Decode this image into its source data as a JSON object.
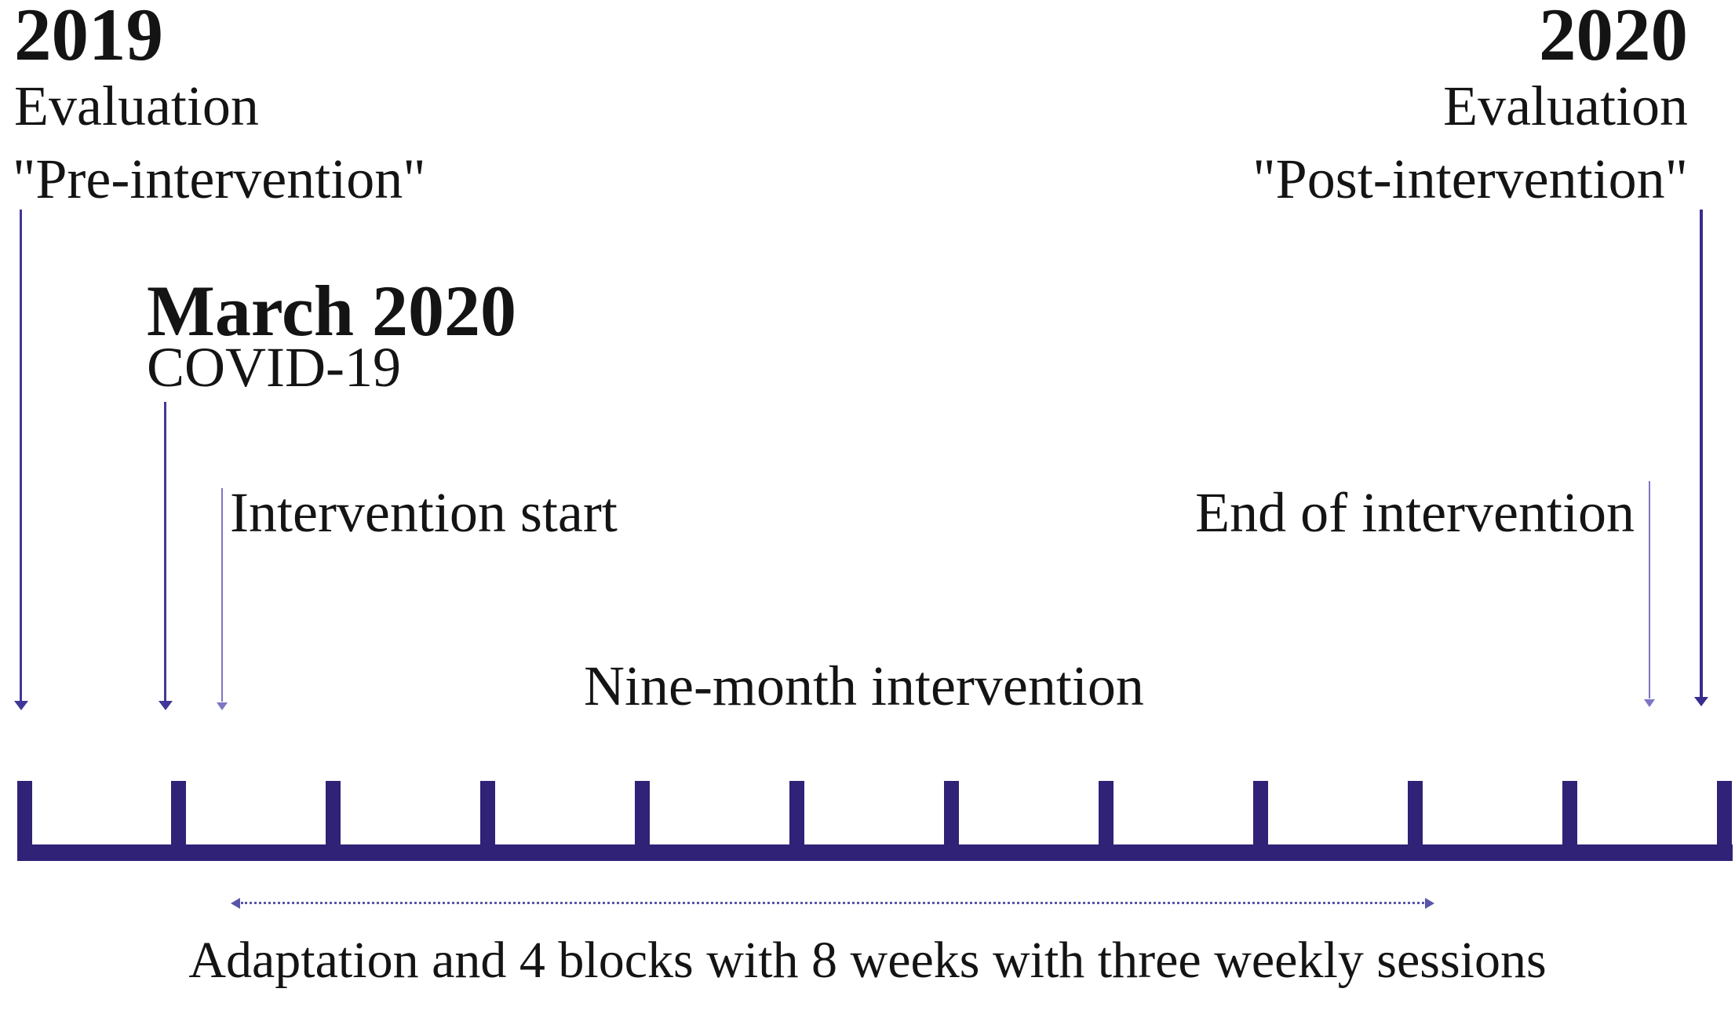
{
  "figure": {
    "colors": {
      "ink": "#141414",
      "bar": "#2f2277",
      "arrow_dark": "#403897",
      "arrow_darkest": "#382d8e",
      "arrow_light": "#7d76c4",
      "dotted": "#5a55a8"
    },
    "top_left": {
      "year": "2019",
      "line1": "Evaluation",
      "line2": "\"Pre-intervention\""
    },
    "top_right": {
      "year": "2020",
      "line1": "Evaluation",
      "line2": "\"Post-intervention\""
    },
    "march_note": {
      "line1": "March 2020",
      "line2": "COVID-19"
    },
    "labels": {
      "intervention_start": "Intervention start",
      "end_of_intervention": "End of intervention",
      "nine_month": "Nine-month intervention",
      "adaptation": "Adaptation and 4 blocks with 8 weeks with three weekly sessions"
    },
    "timeline": {
      "tick_count": 12
    }
  }
}
